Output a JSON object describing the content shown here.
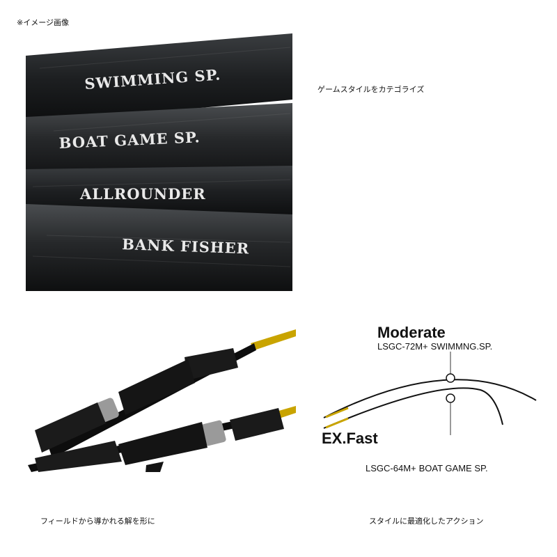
{
  "note": "※イメージ画像",
  "captions": {
    "top_right": "ゲームスタイルをカテゴライズ",
    "bottom_left": "フィールドから導かれる解を形に",
    "bottom_right": "スタイルに最適化したアクション"
  },
  "rod_labels": [
    "SWIMMING SP.",
    "BOAT GAME SP.",
    "ALLROUNDER",
    "BANK FISHER"
  ],
  "action": {
    "moderate": {
      "title": "Moderate",
      "model": "LSGC-72M+",
      "style": "SWIMMNG.SP."
    },
    "exfast": {
      "title": "EX.Fast",
      "model": "LSGC-64M+",
      "style": "BOAT GAME SP."
    }
  },
  "colors": {
    "blank": "#1c1c1c",
    "accent_gold": "#c9a400"
  }
}
